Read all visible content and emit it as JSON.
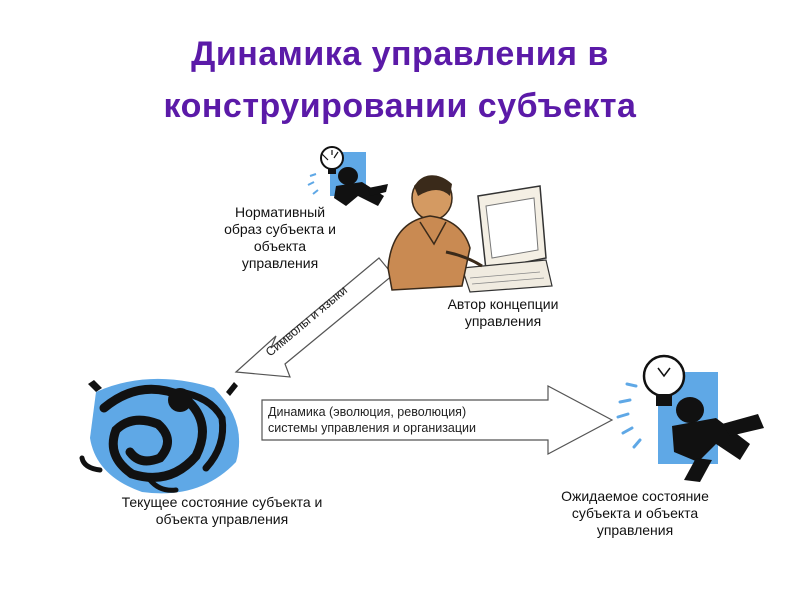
{
  "title": {
    "line1": "Динамика управления в",
    "line2": "конструировании субъекта"
  },
  "nodes": {
    "normative": "Нормативный\nобраз субъекта и\nобъекта\nуправления",
    "author": "Автор концепции\nуправления",
    "current": "Текущее состояние субъекта и\nобъекта  управления",
    "expected": "Ожидаемое состояние\nсубъекта и объекта\nуправления"
  },
  "arrows": {
    "symbols": "Символы и языки",
    "dynamics_line1": "Динамика (эволюция, революция)",
    "dynamics_line2": "системы управления и организации"
  },
  "icons": {
    "top_lightbulb": "lightbulb-thinker-icon",
    "author": "person-at-computer-icon",
    "current": "tangled-person-icon",
    "expected": "lightbulb-thinker-icon"
  },
  "colors": {
    "title": "#5b1aa8",
    "accent_blue": "#5fa8e6",
    "ink": "#111111",
    "skin": "#c98a52"
  }
}
